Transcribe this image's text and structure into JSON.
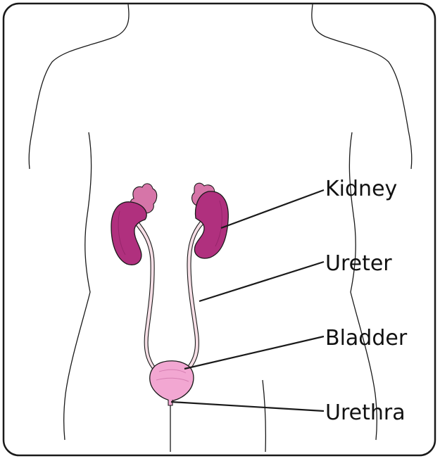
{
  "labels": {
    "kidney": "Kidney",
    "ureter": "Ureter",
    "bladder": "Bladder",
    "urethra": "Urethra"
  },
  "colors": {
    "frame": "#1a1a1a",
    "outline": "#1a1a1a",
    "kidney": "#b0307e",
    "kidney_dark": "#8e2265",
    "adrenal": "#d675a8",
    "bladder": "#f2a7d2",
    "ureter": "#f6dfe6"
  }
}
